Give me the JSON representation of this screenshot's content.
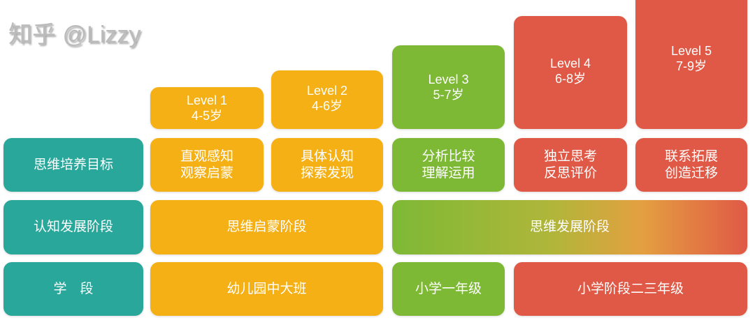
{
  "levels": [
    {
      "name": "Level 1",
      "age": "4-5岁"
    },
    {
      "name": "Level 2",
      "age": "4-6岁"
    },
    {
      "name": "Level 3",
      "age": "5-7岁"
    },
    {
      "name": "Level 4",
      "age": "6-8岁"
    },
    {
      "name": "Level 5",
      "age": "7-9岁"
    }
  ],
  "rows": {
    "goals": {
      "label": "思维培养目标",
      "cells": [
        [
          "直观感知",
          "观察启蒙"
        ],
        [
          "具体认知",
          "探索发现"
        ],
        [
          "分析比较",
          "理解运用"
        ],
        [
          "独立思考",
          "反思评价"
        ],
        [
          "联系拓展",
          "创造迁移"
        ]
      ]
    },
    "stage": {
      "label": "认知发展阶段",
      "cells": [
        "思维启蒙阶段",
        "思维发展阶段"
      ]
    },
    "school": {
      "label": "学　段",
      "cells": [
        "幼儿园中大班",
        "小学一年级",
        "小学阶段二三年级"
      ]
    }
  },
  "watermark": "知乎 @Lizzy",
  "colors": {
    "teal": "#2aa79b",
    "yellow": "#f4b014",
    "green": "#7db935",
    "red": "#e05946"
  }
}
